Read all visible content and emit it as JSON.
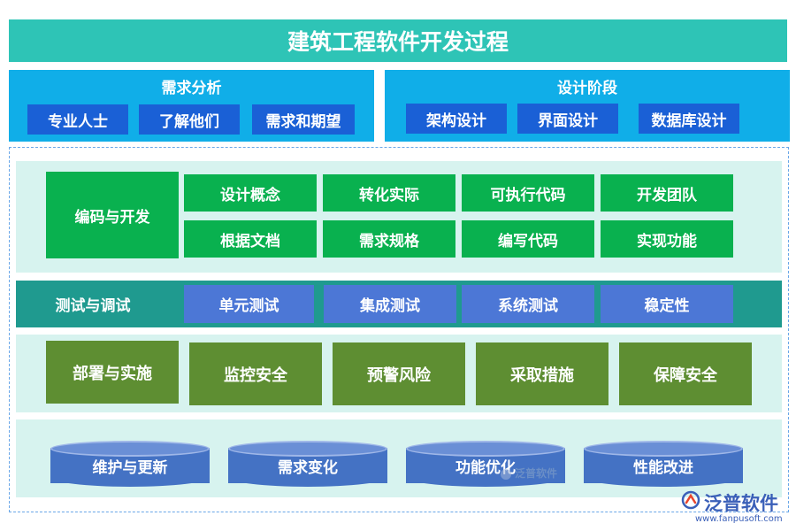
{
  "title": "建筑工程软件开发过程",
  "requirements": {
    "title": "需求分析",
    "items": [
      "专业人士",
      "了解他们",
      "需求和期望"
    ]
  },
  "design": {
    "title": "设计阶段",
    "items": [
      "架构设计",
      "界面设计",
      "数据库设计"
    ]
  },
  "coding": {
    "label": "编码与开发",
    "items": [
      "设计概念",
      "转化实际",
      "可执行代码",
      "开发团队",
      "根据文档",
      "需求规格",
      "编写代码",
      "实现功能"
    ]
  },
  "testing": {
    "label": "测试与调试",
    "items": [
      "单元测试",
      "集成测试",
      "系统测试",
      "稳定性"
    ]
  },
  "deployment": {
    "label": "部署与实施",
    "items": [
      "监控安全",
      "预警风险",
      "采取措施",
      "保障安全"
    ]
  },
  "maintenance": {
    "items": [
      "维护与更新",
      "需求变化",
      "功能优化",
      "性能改进"
    ]
  },
  "watermark_center": "泛普软件",
  "brand": {
    "name": "泛普软件",
    "url": "www.fanpusoft.com"
  },
  "colors": {
    "title_bar": "#2ec4b6",
    "top_panels": "#10aee8",
    "top_chips": "#1a60d6",
    "coding_green": "#09b14f",
    "testing_band": "#1f9a8f",
    "testing_chips": "#4c77d6",
    "deployment_olive": "#5e8e32",
    "maintenance_cylinders": "#4472c4",
    "layer_background": "#d7f3ef"
  }
}
